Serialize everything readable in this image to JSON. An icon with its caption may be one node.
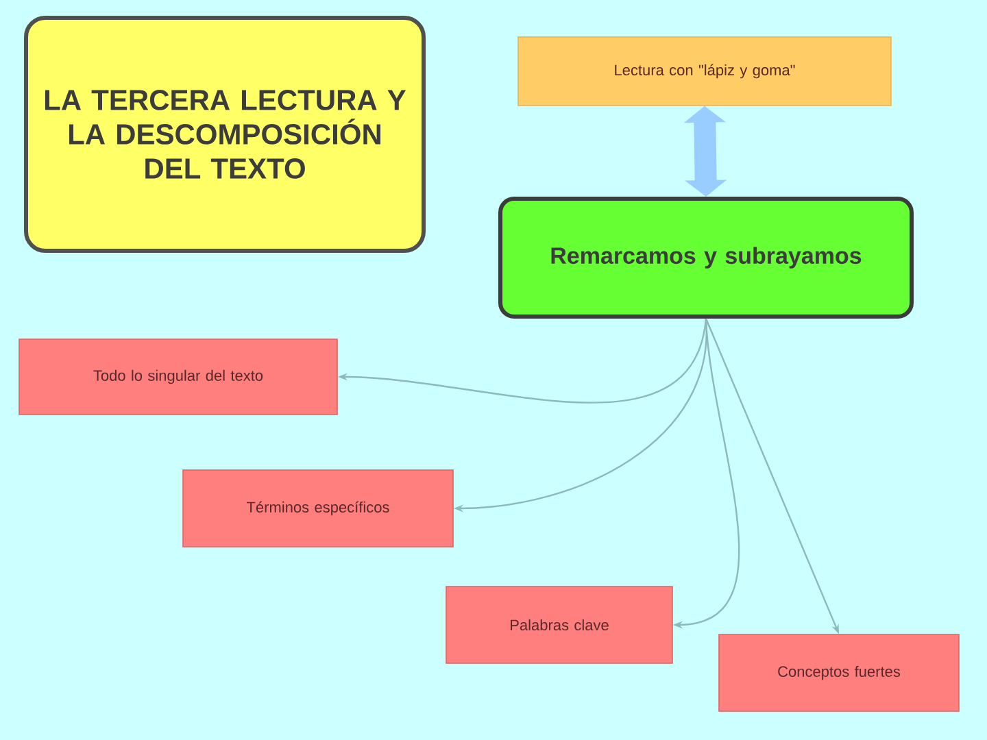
{
  "diagram": {
    "nodes": [
      {
        "text": [
          "LA TERCERA LECTURA Y LA DESCOMPOSICIÓN DEL TEXTO"
        ]
      },
      {
        "text": [
          "Lectura con \"lápiz y goma\""
        ]
      },
      {
        "text": [
          "Remarcamos y subrayamos"
        ]
      },
      {
        "text": [
          "Todo lo singular del texto"
        ]
      },
      {
        "text": [
          "Términos específicos"
        ]
      },
      {
        "text": [
          "Palabras clave"
        ]
      },
      {
        "text": [
          "Conceptos fuertes"
        ]
      }
    ],
    "edges": [
      {
        "from": 1,
        "to": 2,
        "arrow": "both",
        "style": "thick",
        "color": "#99ccff"
      },
      {
        "from": 2,
        "to": 3,
        "arrow": "to"
      },
      {
        "from": 2,
        "to": 4,
        "arrow": "to"
      },
      {
        "from": 2,
        "to": 5,
        "arrow": "to"
      },
      {
        "from": 2,
        "to": 6,
        "arrow": "to"
      }
    ]
  }
}
